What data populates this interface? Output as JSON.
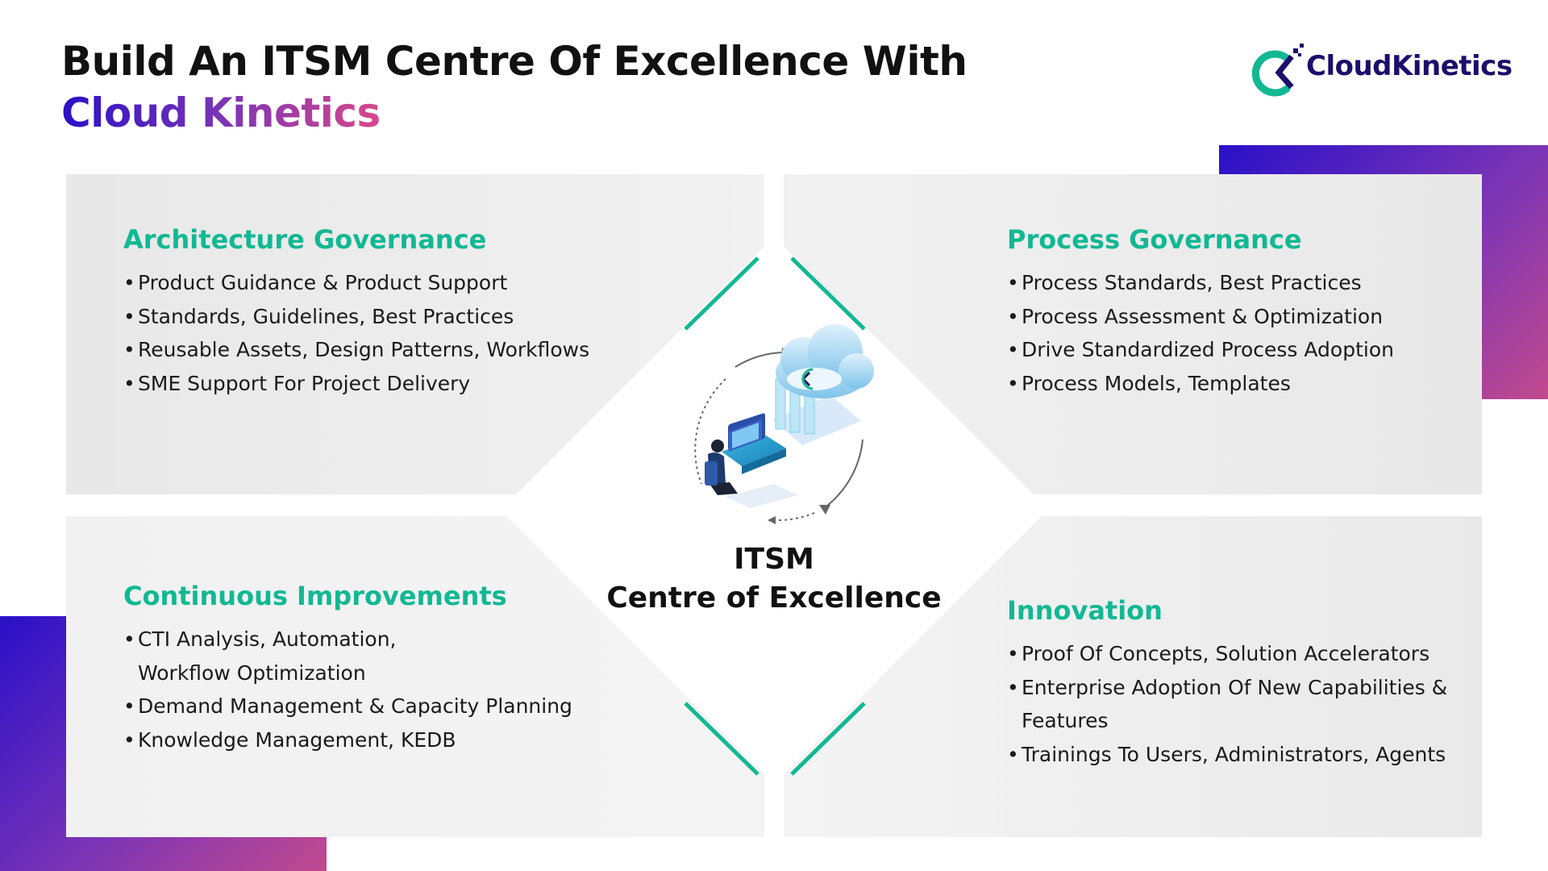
{
  "header": {
    "title_line1": "Build An ITSM Centre Of Excellence With",
    "title_line2": "Cloud Kinetics"
  },
  "logo": {
    "text": "CloudKinetics",
    "icon": "ck-logo-icon"
  },
  "center": {
    "line1": "ITSM",
    "line2": "Centre of Excellence",
    "icon": "cloud-computing-illustration-icon"
  },
  "quadrants": {
    "architecture": {
      "title": "Architecture Governance",
      "items": [
        "Product Guidance & Product Support",
        "Standards, Guidelines, Best Practices",
        "Reusable Assets, Design Patterns, Workflows",
        "SME Support For Project Delivery"
      ]
    },
    "process": {
      "title": "Process Governance",
      "items": [
        "Process Standards, Best Practices",
        "Process Assessment & Optimization",
        "Drive Standardized Process Adoption",
        "Process Models, Templates"
      ]
    },
    "continuous": {
      "title": "Continuous Improvements",
      "items": [
        "CTI Analysis, Automation,",
        "Workflow Optimization",
        "Demand Management & Capacity Planning",
        "Knowledge Management, KEDB"
      ]
    },
    "innovation": {
      "title": "Innovation",
      "items": [
        "Proof Of Concepts, Solution Accelerators",
        "Enterprise Adoption Of New Capabilities &",
        "Features",
        "Trainings To Users, Administrators, Agents"
      ]
    }
  },
  "colors": {
    "accent_teal": "#12b893",
    "panel_gray": "#ececec",
    "gradient_start": "#2a10c8",
    "gradient_end": "#c24a8e",
    "logo_navy": "#1a0f6b"
  }
}
